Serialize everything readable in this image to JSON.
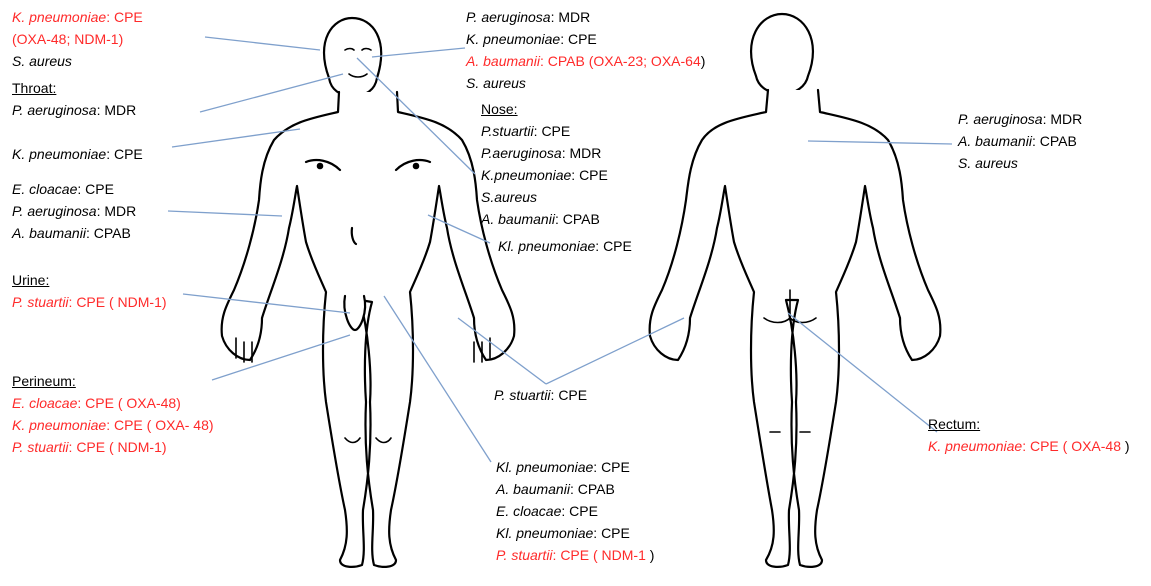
{
  "colors": {
    "red": "#ff2a2a",
    "black": "#000000",
    "line": "#7fa0cc"
  },
  "labels": {
    "head_left": {
      "heading": "",
      "entries": [
        {
          "org": "K. pneumoniae",
          "note": ": CPE",
          "red": true
        },
        {
          "org": "",
          "note": "(OXA-48; NDM-1)",
          "red": true
        },
        {
          "org": "S. aureus",
          "note": "",
          "red": false
        }
      ]
    },
    "throat": {
      "heading": "Throat:",
      "entries": [
        {
          "org": "P. aeruginosa",
          "note": ": MDR",
          "red": false
        }
      ]
    },
    "chest": {
      "heading": "",
      "entries": [
        {
          "org": "K. pneumoniae",
          "note": ": CPE",
          "red": false
        }
      ]
    },
    "arm_left": {
      "heading": "",
      "entries": [
        {
          "org": "E. cloacae",
          "note": ": CPE",
          "red": false
        },
        {
          "org": "P. aeruginosa",
          "note": ": MDR",
          "red": false
        },
        {
          "org": "A. baumanii",
          "note": ": CPAB",
          "red": false
        }
      ]
    },
    "urine": {
      "heading": "Urine:",
      "entries": [
        {
          "org": "P. stuartii",
          "note": ": CPE ( NDM-1)",
          "red": true
        }
      ]
    },
    "perineum": {
      "heading": "Perineum:",
      "entries": [
        {
          "org": "E. cloacae",
          "note": ": CPE ( OXA-48)",
          "red": true
        },
        {
          "org": "K. pneumoniae",
          "note": ": CPE ( OXA- 48)",
          "red": true
        },
        {
          "org": "P. stuartii",
          "note": ": CPE ( NDM-1)",
          "red": true
        }
      ]
    },
    "head_right": {
      "heading": "",
      "entries": [
        {
          "org": "P. aeruginosa",
          "note": ": MDR",
          "red": false
        },
        {
          "org": "K. pneumoniae",
          "note": ": CPE",
          "red": false
        },
        {
          "org": "A. baumanii",
          "note": ": CPAB (OXA-23; OXA-64",
          "red": true,
          "tail": ")"
        },
        {
          "org": "S. aureus",
          "note": "",
          "red": false
        }
      ]
    },
    "nose": {
      "heading": "Nose:",
      "entries": [
        {
          "org": "P.stuartii",
          "note": ": CPE",
          "red": false
        },
        {
          "org": "P.aeruginosa",
          "note": ": MDR",
          "red": false
        },
        {
          "org": "K.pneumoniae",
          "note": ": CPE",
          "red": false
        },
        {
          "org": "S.aureus",
          "note": "",
          "red": false
        },
        {
          "org": "A. baumanii",
          "note": ": CPAB",
          "red": false
        }
      ]
    },
    "elbow_right": {
      "heading": "",
      "entries": [
        {
          "org": "Kl. pneumoniae",
          "note": ": CPE",
          "red": false
        }
      ]
    },
    "hands": {
      "heading": "",
      "entries": [
        {
          "org": "P. stuartii",
          "note": ": CPE",
          "red": false
        }
      ]
    },
    "leg": {
      "heading": "",
      "entries": [
        {
          "org": "Kl. pneumoniae",
          "note": ": CPE",
          "red": false
        },
        {
          "org": "A. baumanii",
          "note": ": CPAB",
          "red": false
        },
        {
          "org": "E. cloacae",
          "note": ": CPE",
          "red": false
        },
        {
          "org": "Kl. pneumoniae",
          "note": ":  CPE",
          "red": false
        },
        {
          "org": "P. stuartii",
          "note": ": CPE ( NDM-1 ",
          "red": true,
          "tail": ")"
        }
      ]
    },
    "back": {
      "heading": "",
      "entries": [
        {
          "org": "P. aeruginosa",
          "note": ": MDR",
          "red": false
        },
        {
          "org": "A. baumanii",
          "note": ": CPAB",
          "red": false
        },
        {
          "org": "S. aureus",
          "note": "",
          "red": false
        }
      ]
    },
    "rectum": {
      "heading": "Rectum:",
      "entries": [
        {
          "org": "K. pneumoniae",
          "note": ": CPE ( OXA-48 ",
          "red": true,
          "tail": ")"
        }
      ]
    }
  }
}
